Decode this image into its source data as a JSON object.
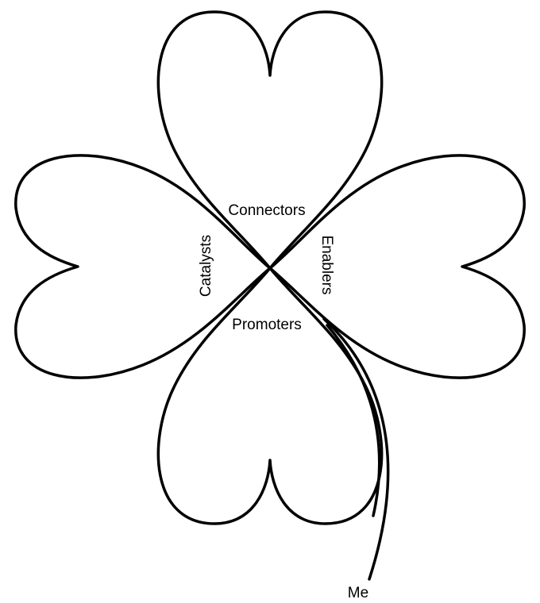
{
  "diagram": {
    "leaves": {
      "top": "Connectors",
      "right": "Enablers",
      "bottom": "Promoters",
      "left": "Catalysts"
    },
    "stem_label": "Me"
  }
}
